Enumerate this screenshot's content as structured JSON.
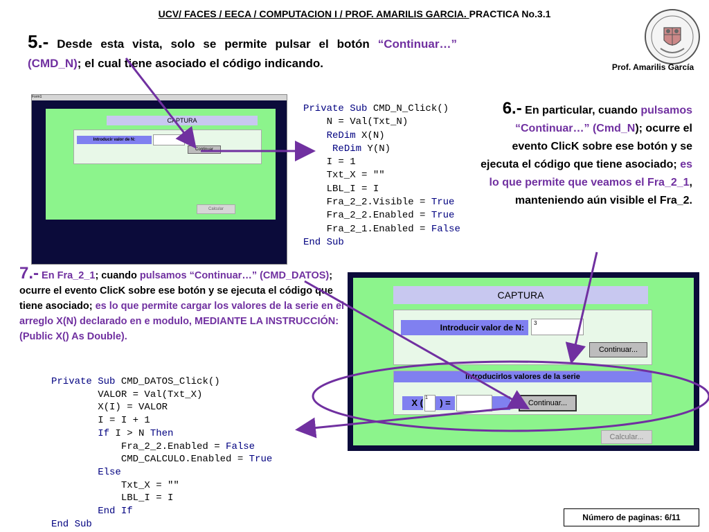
{
  "header": {
    "underlined": "UCV/ FACES / EECA / COMPUTACION I / PROF. AMARILIS GARCIA. ",
    "rest": " PRACTICA No.3.1"
  },
  "seal": {
    "icon": "university-seal-icon"
  },
  "prof_name": "Prof. Amarilis García",
  "step5": {
    "num": "5.-",
    "t1": " Desde esta vista, solo se permite pulsar el botón ",
    "t2": "“Continuar…” (CMD_N)",
    "t3": "; el cual tiene asociado el código indicando."
  },
  "step6": {
    "num": "6.-",
    "t1": " En particular, cuando ",
    "t2": "pulsamos “Continuar…” (Cmd_N",
    "t3": "); ocurre el evento ClicK sobre ese botón y se ejecuta el código que tiene asociado; ",
    "t4": "es lo que permite que veamos el Fra_2_1",
    "t5": ", manteniendo aún visible el Fra_2."
  },
  "step7": {
    "num": "7.-",
    "t1": " En Fra_2_1",
    "t2": "; cuando ",
    "t3": "pulsamos “Continuar…” (CMD_DATOS)",
    "t4": "; ocurre el evento ClicK sobre ese botón y se ejecuta el código que tiene asociado; ",
    "t5": "es lo que permite  cargar los valores de la serie en el arreglo X(N) declarado en e modulo, MEDIANTE LA INSTRUCCIÓN: (Public X() As Double)."
  },
  "code1": "Private Sub CMD_N_Click()\n    N = Val(Txt_N)\n    ReDim X(N)\n     ReDim Y(N)\n    I = 1\n    Txt_X = \"\"\n    LBL_I = I\n    Fra_2_2.Visible = True\n    Fra_2_2.Enabled = True\n    Fra_2_1.Enabled = False\nEnd Sub",
  "code2": "Private Sub CMD_DATOS_Click()\n        VALOR = Val(Txt_X)\n        X(I) = VALOR\n        I = I + 1\n        If I > N Then\n            Fra_2_2.Enabled = False\n            CMD_CALCULO.Enabled = True\n        Else\n            Txt_X = \"\"\n            LBL_I = I\n        End If\nEnd Sub",
  "form_small": {
    "title": "Form1",
    "caption": "CAPTURA",
    "label_n": "Introducir valor de N:",
    "btn_continuar": "Continuar",
    "btn_calcular": "Calcular"
  },
  "form_large": {
    "caption": "CAPTURA",
    "label_n": "Introducir valor de N:",
    "value_n": "3",
    "btn_continuar1": "Continuar...",
    "series_caption": "Introducirlos valores de la serie",
    "label_x": "X (",
    "index": "1",
    "label_eq": ") =",
    "btn_continuar2": "Continuar...",
    "btn_calcular": "Calcular..."
  },
  "colors": {
    "purple": "#7030a0",
    "form_green": "#8cf48c",
    "form_blue": "#8080f0",
    "form_bg": "#0b0b3a"
  },
  "page_number": "Número de paginas: 6/11"
}
